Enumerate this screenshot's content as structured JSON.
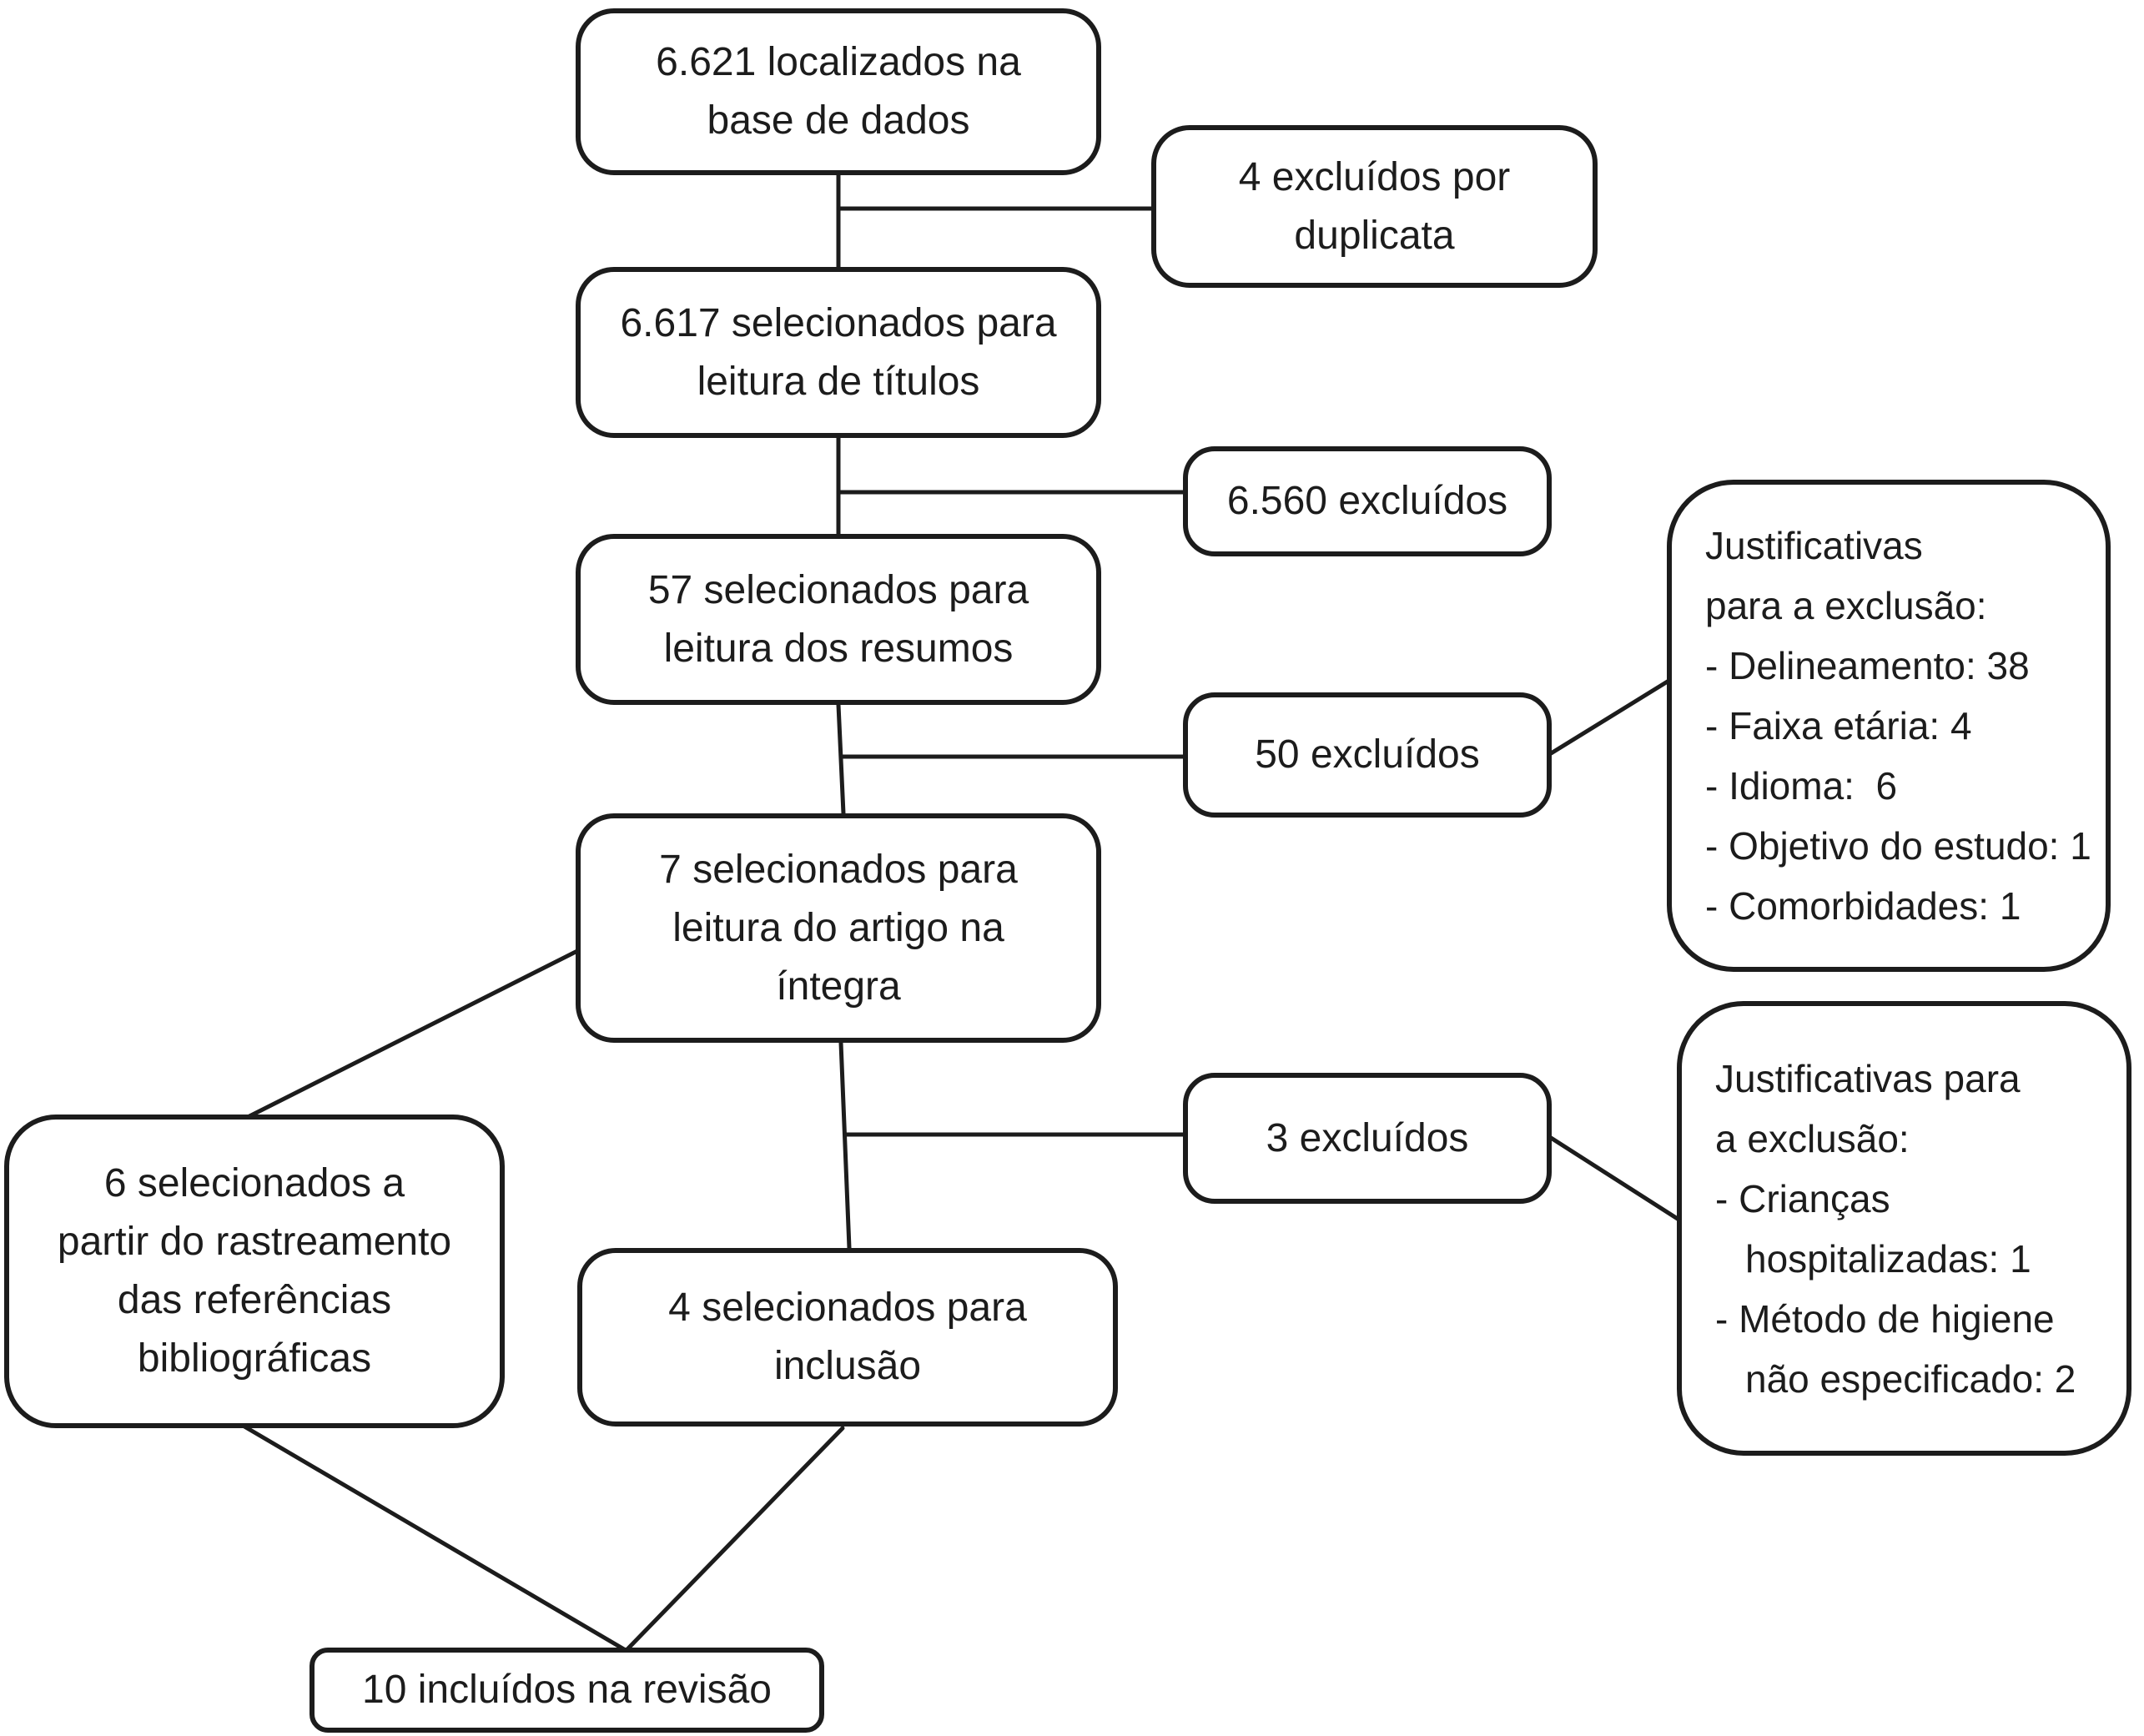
{
  "diagram": {
    "type": "study-selection-flowchart",
    "language": "pt",
    "background_color": "#ffffff",
    "line_color": "#1c1c1c",
    "boxes": {
      "database": {
        "lines": [
          "6.621 localizados na",
          "base de dados"
        ]
      },
      "excluded_duplicates": {
        "lines": [
          "4 excluídos por",
          "duplicata"
        ]
      },
      "title_reading": {
        "lines": [
          "6.617 selecionados para",
          "leitura de títulos"
        ]
      },
      "excluded_titles": {
        "lines": [
          "6.560 excluídos"
        ]
      },
      "abstract_reading": {
        "lines": [
          "57 selecionados para",
          "leitura dos resumos"
        ]
      },
      "excluded_abstracts": {
        "lines": [
          "50 excluídos"
        ]
      },
      "fulltext_reading": {
        "lines": [
          "7 selecionados para",
          "leitura do artigo na",
          "íntegra"
        ]
      },
      "excluded_fulltext": {
        "lines": [
          "3 excluídos"
        ]
      },
      "justification_abstracts": {
        "lines": [
          "Justificativas",
          "para a exclusão:",
          "- Delineamento: 38",
          "- Faixa etária: 4",
          "- Idioma:  6",
          "- Objetivo do estudo: 1",
          "- Comorbidades: 1"
        ]
      },
      "justification_fulltext": {
        "lines": [
          "Justificativas para",
          "a exclusão:",
          "- Crianças",
          "hospitalizadas: 1",
          "- Método de higiene",
          "não especificado: 2"
        ]
      },
      "reference_tracking": {
        "lines": [
          "6 selecionados a",
          "partir do rastreamento",
          "das referências",
          "bibliográficas"
        ]
      },
      "inclusion": {
        "lines": [
          "4 selecionados para",
          "inclusão"
        ]
      },
      "included_review": {
        "lines": [
          "10 incluídos na revisão"
        ]
      }
    }
  }
}
